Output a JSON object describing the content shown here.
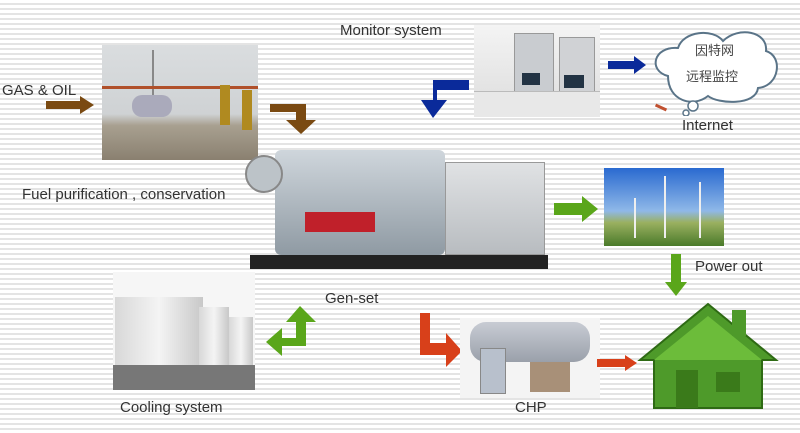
{
  "labels": {
    "monitor": "Monitor system",
    "internet": "Internet",
    "gas_oil": "GAS & OIL",
    "fuel": "Fuel  purification , conservation",
    "gen_set": "Gen-set",
    "power_out": "Power out",
    "cooling": "Cooling system",
    "chp": "CHP"
  },
  "cloud": {
    "line1": "因特网",
    "line2": "远程监控"
  },
  "colors": {
    "brown": "#7a4a12",
    "blue": "#0a2a9a",
    "green": "#5aa61a",
    "red": "#d8401a"
  }
}
